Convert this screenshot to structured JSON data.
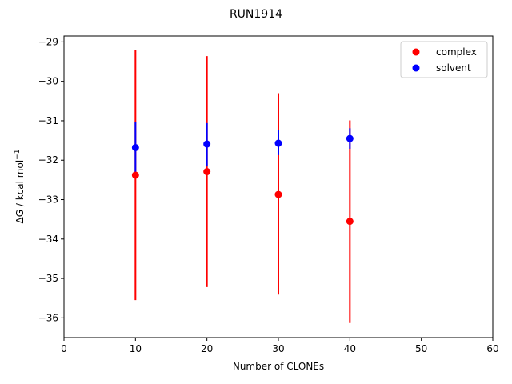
{
  "chart_data": {
    "type": "scatter",
    "title": "RUN1914",
    "xlabel": "Number of CLONEs",
    "ylabel": "ΔG / kcal mol",
    "ylabel_superscript": "−1",
    "xlim": [
      0,
      60
    ],
    "ylim": [
      -36.5,
      -28.85
    ],
    "xticks": [
      0,
      10,
      20,
      30,
      40,
      50,
      60
    ],
    "yticks": [
      -29,
      -30,
      -31,
      -32,
      -33,
      -34,
      -35,
      -36
    ],
    "grid": false,
    "legend_position": "top-right",
    "series": [
      {
        "name": "complex",
        "color": "#ff0000",
        "x": [
          10,
          20,
          30,
          40
        ],
        "y": [
          -32.38,
          -32.29,
          -32.87,
          -33.55
        ],
        "yerr_low": [
          -35.55,
          -35.22,
          -35.41,
          -36.13
        ],
        "yerr_high": [
          -29.21,
          -29.36,
          -30.3,
          -30.99
        ]
      },
      {
        "name": "solvent",
        "color": "#0000ff",
        "x": [
          10,
          20,
          30,
          40
        ],
        "y": [
          -31.68,
          -31.59,
          -31.57,
          -31.45
        ],
        "yerr_low": [
          -32.33,
          -32.16,
          -31.87,
          -31.71
        ],
        "yerr_high": [
          -31.02,
          -31.06,
          -31.23,
          -31.19
        ]
      }
    ]
  }
}
